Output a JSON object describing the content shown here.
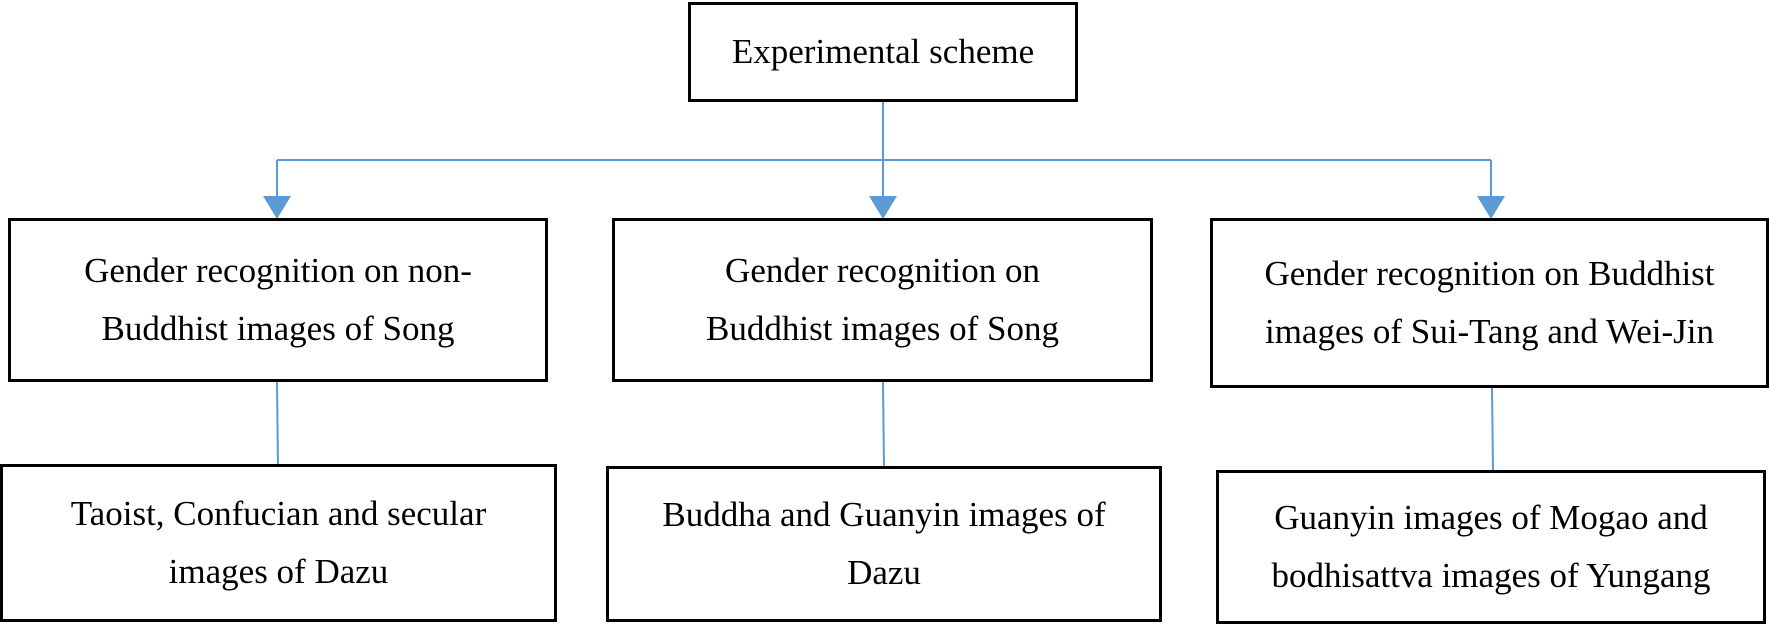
{
  "diagram": {
    "root": {
      "label": "Experimental scheme"
    },
    "branches": [
      {
        "heading": [
          "Gender recognition on non-",
          "Buddhist images of Song"
        ],
        "detail": [
          "Taoist, Confucian and secular",
          "images of Dazu"
        ]
      },
      {
        "heading": [
          "Gender recognition on",
          "Buddhist images of Song"
        ],
        "detail": [
          "Buddha and Guanyin images of",
          "Dazu"
        ]
      },
      {
        "heading": [
          "Gender recognition on Buddhist",
          "images of Sui-Tang and Wei-Jin"
        ],
        "detail": [
          "Guanyin images of Mogao and",
          "bodhisattva images of Yungang"
        ]
      }
    ],
    "colors": {
      "border": "#000000",
      "connector": "#5b9bd5"
    }
  }
}
